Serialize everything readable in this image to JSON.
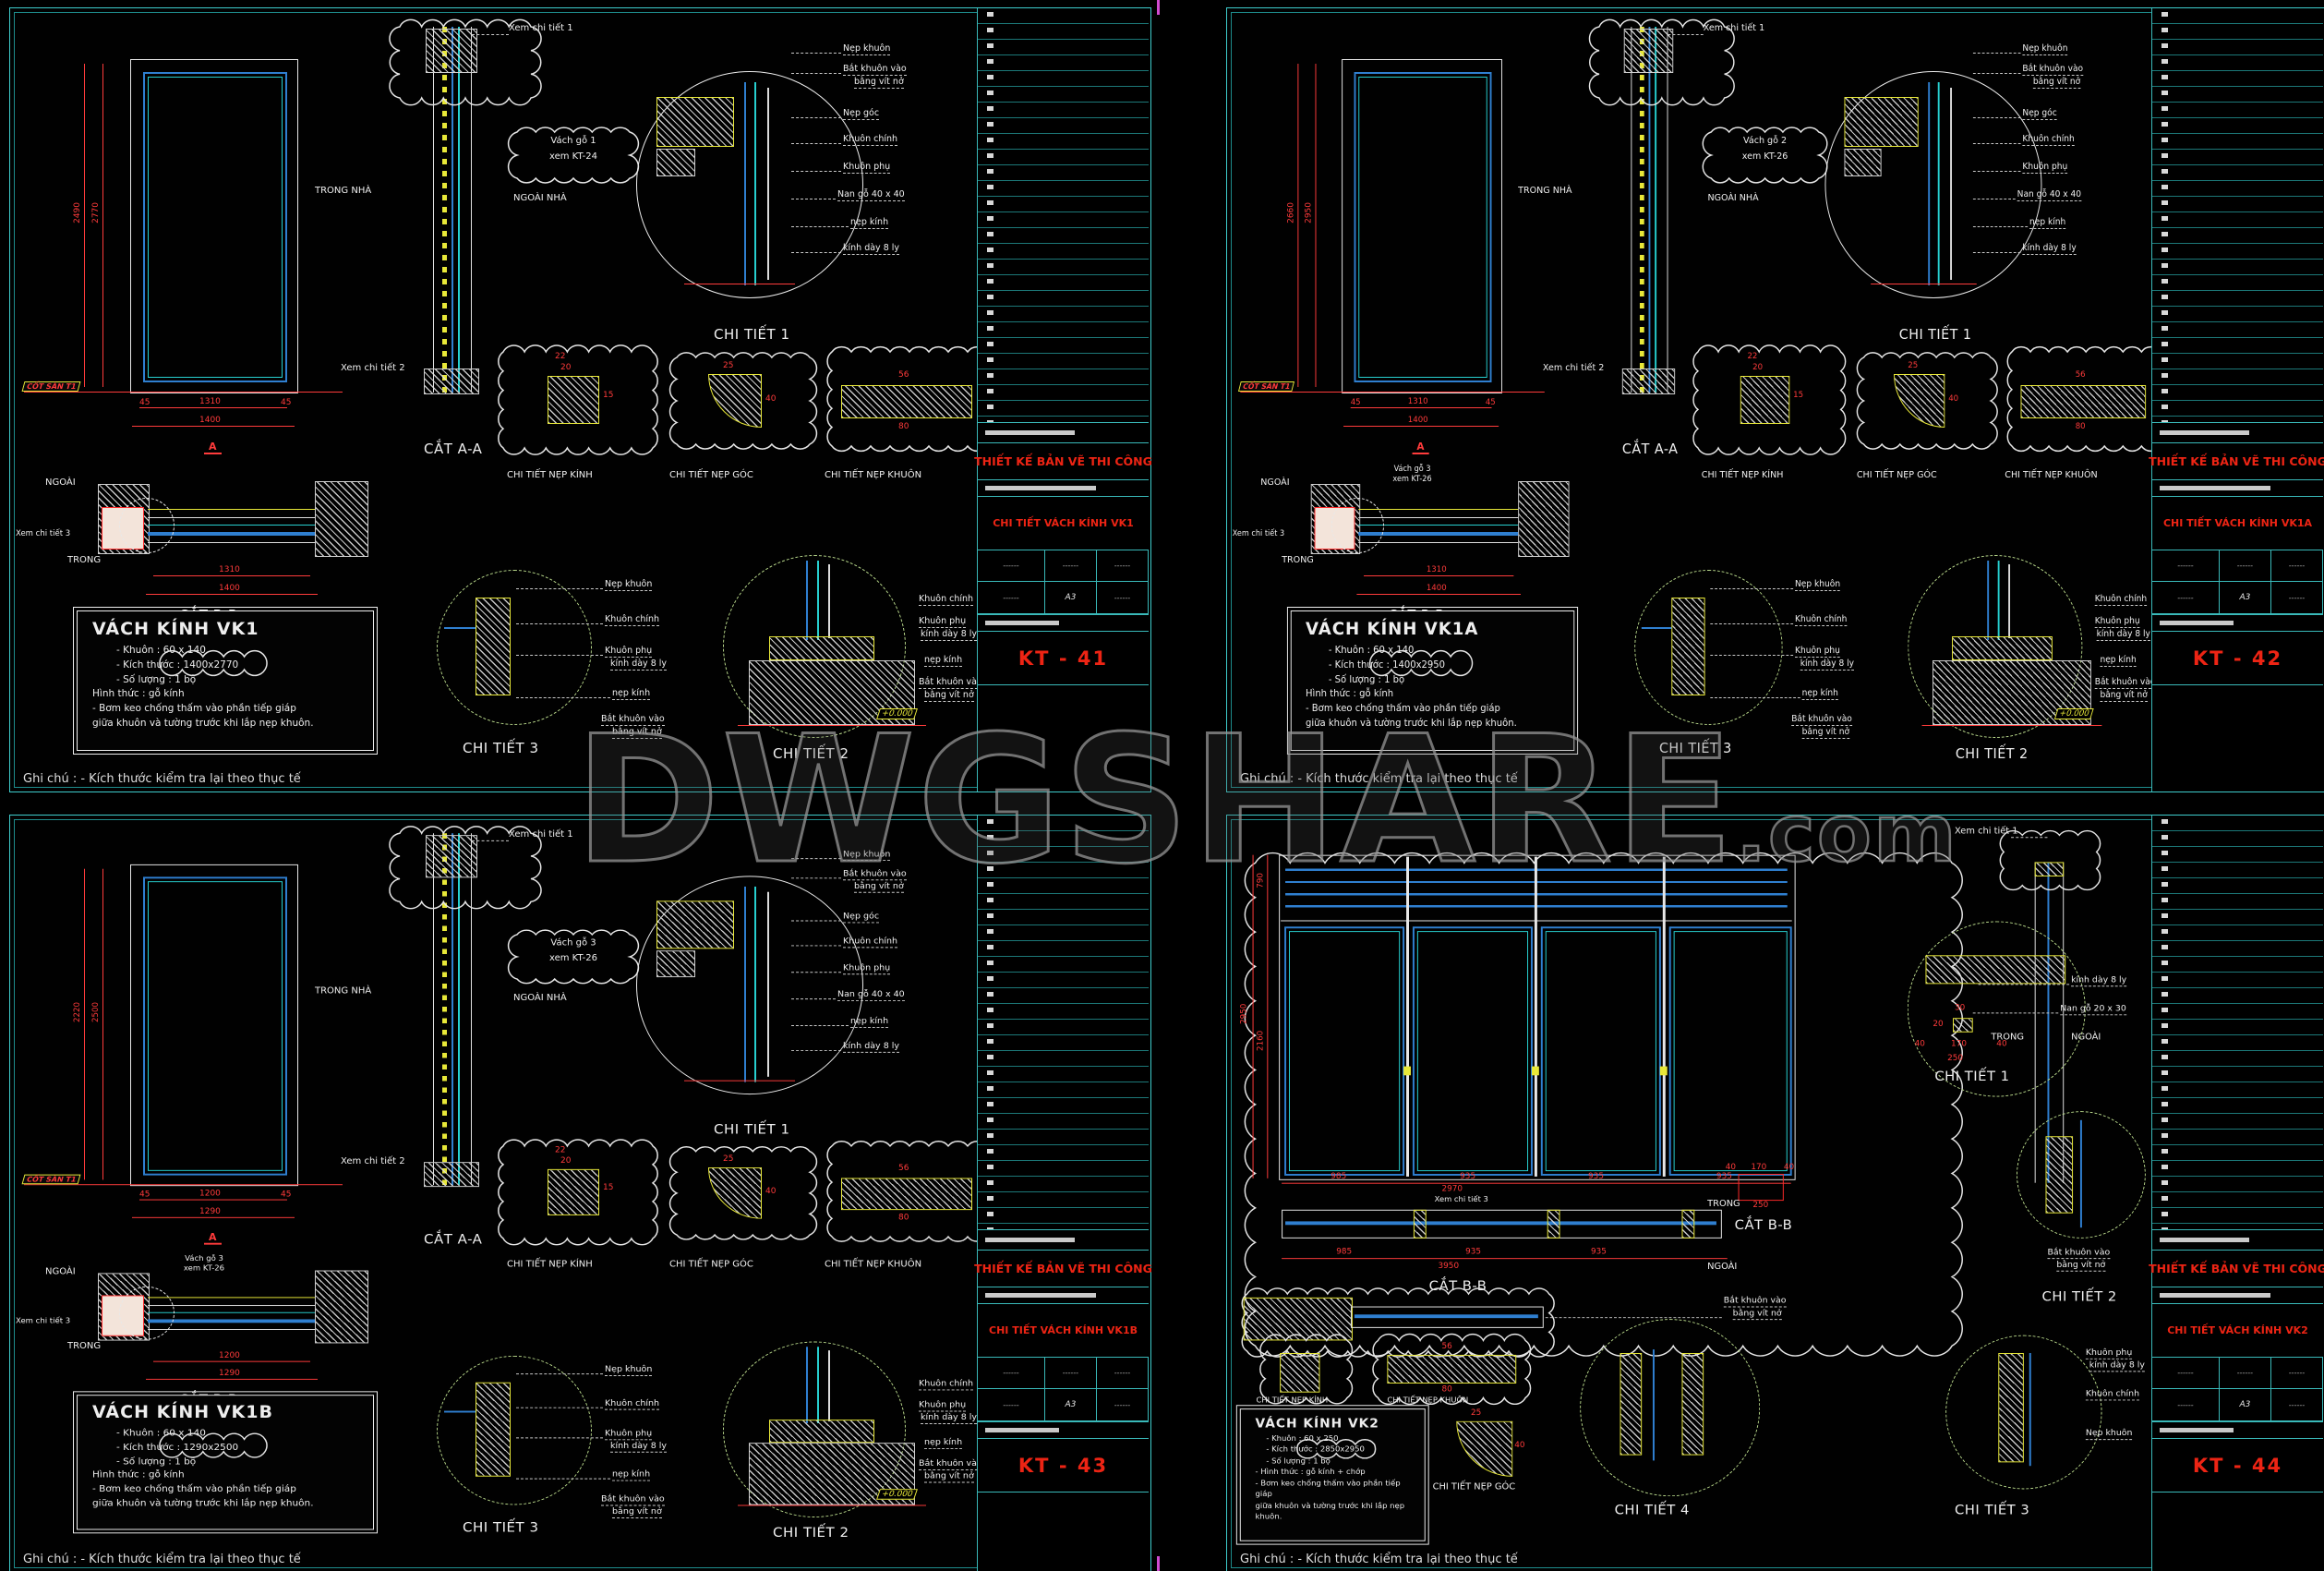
{
  "watermark": {
    "main": "DWGSHARE",
    "suffix": ".com"
  },
  "colors": {
    "dim_red": "#ff2a2a",
    "glass_blue": "#2f7fd0",
    "wood_yellow": "#e8e838",
    "sheet_teal": "#3ecccc",
    "title_red": "#ed2414"
  },
  "common": {
    "note": "Ghi chú : - Kích thước kiểm tra lại theo thục tế",
    "tb_header": "THIẾT KẾ BẢN VẼ THI CÔNG",
    "paper_size": "A3",
    "dash": "------",
    "trong_nha": "TRONG NHÀ",
    "ngoai_nha": "NGOÀI NHÀ",
    "trong": "TRONG",
    "ngoai": "NGOÀI",
    "cat_aa": "CẮT A-A",
    "cat_bb": "CẮT B-B",
    "ct1": "CHI TIẾT 1",
    "ct2": "CHI TIẾT 2",
    "ct3": "CHI TIẾT 3",
    "ct4": "CHI TIẾT 4",
    "ct_nep_kinh": "CHI TIẾT NẸP KÍNH",
    "ct_nep_goc": "CHI TIẾT NẸP GÓC",
    "ct_nep_khuon": "CHI TIẾT NẸP KHUÔN",
    "xem_ct1": "Xem chi tiết 1",
    "xem_ct2": "Xem chi tiết 2",
    "xem_ct3": "Xem chi tiết 3",
    "cot_san": "CỐT SÀN T1",
    "level": "+0.000",
    "callout_nep_khuon": "Nẹp khuôn",
    "callout_bat_khuon_1": "Bắt khuôn vào",
    "callout_bat_khuon_2": "bằng vít nở",
    "callout_nep_goc": "Nẹp góc",
    "callout_khuon_chinh": "Khuôn chính",
    "callout_khuon_phu": "Khuôn phụ",
    "callout_kinh_day": "kính dày 8 ly",
    "callout_nan_go_40": "Nan gỗ 40 x 40",
    "callout_nan_go_20": "Nan gỗ 20 x 30",
    "callout_nep_kinh": "nẹp kính",
    "dim_nep_kinh_w": "22",
    "dim_nep_kinh_w2": "20",
    "dim_nep_kinh_h": "15",
    "dim_nep_goc_w": "25",
    "dim_nep_goc_h": "40",
    "dim_nep_khuon_w": "56",
    "dim_nep_khuon_w2": "80",
    "dim_side": "45"
  },
  "sheets": [
    {
      "name": "VK1",
      "spec_title": "VÁCH KÍNH VK1",
      "spec_lines": [
        "- Khuôn : 60 x 140",
        "- Kích thước : 1400x2770",
        "- Số lượng : 1 bộ",
        "Hình thức : gỗ kính",
        "- Bơm keo chống thấm vào phần tiếp giáp",
        "giữa khuôn và tường trước khi lắp nẹp khuôn."
      ],
      "tb_title": "CHI TIẾT VÁCH KÍNH VK1",
      "number": "KT - 41",
      "wall_note_1": "Vách gỗ 1",
      "wall_note_2": "xem KT-24",
      "dim_height": "2770",
      "dim_height2": "2490",
      "dim_w_inner": "1310",
      "dim_w_total": "1400"
    },
    {
      "name": "VK1A",
      "spec_title": "VÁCH KÍNH VK1A",
      "spec_lines": [
        "- Khuôn : 60 x 140",
        "- Kích thước : 1400x2950",
        "- Số lượng : 1 bộ",
        "Hình thức : gỗ kính",
        "- Bơm keo chống thấm vào phần tiếp giáp",
        "giữa khuôn và tường trước khi lắp nẹp khuôn."
      ],
      "tb_title": "CHI TIẾT VÁCH KÍNH VK1A",
      "number": "KT - 42",
      "wall_note_1": "Vách gỗ 2",
      "wall_note_2": "xem KT-26",
      "bb_note_1": "Vách gỗ 3",
      "bb_note_2": "xem KT-26",
      "dim_height": "2950",
      "dim_height2": "2660",
      "dim_w_inner": "1310",
      "dim_w_total": "1400"
    },
    {
      "name": "VK1B",
      "spec_title": "VÁCH KÍNH VK1B",
      "spec_lines": [
        "- Khuôn : 60 x 140",
        "- Kích thước : 1290x2500",
        "- Số lượng : 1 bộ",
        "Hình thức : gỗ kính",
        "- Bơm keo chống thấm vào phần tiếp giáp",
        "giữa khuôn và tường trước khi lắp nẹp khuôn."
      ],
      "tb_title": "CHI TIẾT VÁCH KÍNH VK1B",
      "number": "KT - 43",
      "wall_note_1": "Vách gỗ 3",
      "wall_note_2": "xem KT-26",
      "bb_note_1": "Vách gỗ 3",
      "bb_note_2": "xem KT-26",
      "dim_height": "2500",
      "dim_height2": "2220",
      "dim_w_inner": "1200",
      "dim_w_total": "1290"
    },
    {
      "name": "VK2",
      "spec_title": "VÁCH KÍNH VK2",
      "spec_lines": [
        "- Khuôn : 60 x 250",
        "- Kích thước : 2850x2950",
        "- Số lượng : 1 bộ",
        "- Hình thức : gỗ kính + chớp",
        "- Bơm keo chống thấm vào phần tiếp giáp",
        "giữa khuôn và tường trước khi lắp nẹp khuôn."
      ],
      "tb_title": "CHI TIẾT VÁCH KÍNH VK2",
      "number": "KT - 44",
      "dim_height": "2950",
      "dim_height2": "2160",
      "dim_height3": "790",
      "dim_panels": [
        "985",
        "935",
        "935",
        "935"
      ],
      "dim_total_top": "2970",
      "dim_total_bottom": "3950",
      "dim_post_1": "40",
      "dim_post_2": "170",
      "dim_post_3": "40",
      "dim_post_total": "250",
      "dim_ct1_a": "30",
      "dim_ct1_b": "20"
    }
  ]
}
